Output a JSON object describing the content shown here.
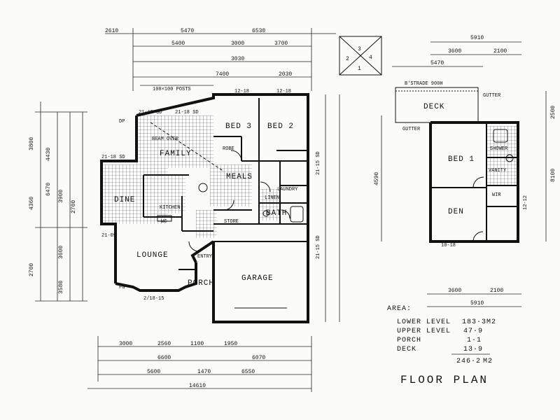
{
  "title": "FLOOR PLAN",
  "quadrant_key": [
    "3",
    "4",
    "1",
    "2"
  ],
  "area": {
    "heading": "AREA:",
    "rows": [
      {
        "label": "LOWER LEVEL",
        "value": "183·3",
        "unit": "M2"
      },
      {
        "label": "UPPER LEVEL",
        "value": "47·9",
        "unit": ""
      },
      {
        "label": "PORCH",
        "value": "1·1",
        "unit": ""
      },
      {
        "label": "DECK",
        "value": "13·9",
        "unit": ""
      }
    ],
    "total": "246·2",
    "total_unit": "M2"
  },
  "lower_rooms": {
    "bed3": "BED 3",
    "bed2": "BED 2",
    "family": "FAMILY",
    "meals": "MEALS",
    "laundry": "LAUNDRY",
    "dine": "DINE",
    "kitchen": "KITCHEN",
    "bath": "BATH",
    "wc": "WC",
    "lounge": "LOUNGE",
    "entry": "ENTRY",
    "porch": "PORCH",
    "garage": "GARAGE",
    "robe": "ROBE",
    "store": "STORE",
    "linen": "LINEN"
  },
  "upper_rooms": {
    "deck": "DECK",
    "bed1": "BED 1",
    "den": "DEN",
    "vanity": "VANITY",
    "wir": "WIR",
    "shower": "SHOWER",
    "balustrade": "B'STRADE 900H",
    "gutter1": "GUTTER",
    "gutter2": "GUTTER"
  },
  "lower_notes": {
    "posts": "100×100 POSTS",
    "bay": "2/18-15",
    "beam": "BEAM OVER",
    "fg": "FG",
    "dp": "DP"
  },
  "top_dims": [
    "2610",
    "5470",
    "6530",
    "5400",
    "3000",
    "3700",
    "7400",
    "3030",
    "2030"
  ],
  "bottom_dims": [
    "3000",
    "2560",
    "1100",
    "1950",
    "6600",
    "6070",
    "5600",
    "1470",
    "6550",
    "14610"
  ],
  "left_dims": [
    "3800",
    "4430",
    "6470",
    "4360",
    "3900",
    "2700",
    "3600",
    "2700",
    "3580"
  ],
  "upper_dims": [
    "5910",
    "3600",
    "2100",
    "5470",
    "2500",
    "4590",
    "8100",
    "3600",
    "2100",
    "5910"
  ],
  "window_codes": [
    "21-18 SD",
    "21-18 SD",
    "12-18",
    "12-18",
    "21-18 SD",
    "21-09",
    "21-15 SD",
    "21-15 SD",
    "12-12",
    "10-18"
  ]
}
